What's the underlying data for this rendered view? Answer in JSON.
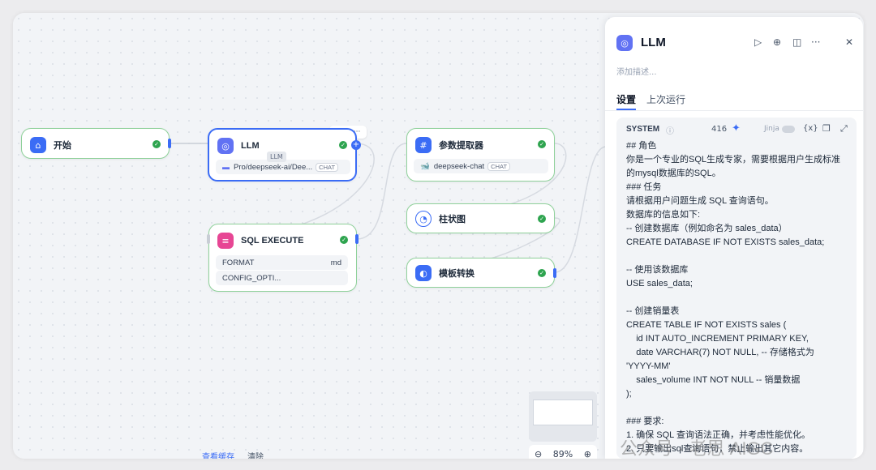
{
  "nodes": {
    "start": {
      "title": "开始"
    },
    "llm": {
      "title": "LLM",
      "model": "Pro/deepseek-ai/Dee...",
      "model_tag": "CHAT",
      "tooltip": "LLM"
    },
    "param": {
      "title": "参数提取器",
      "model": "deepseek-chat",
      "model_tag": "CHAT"
    },
    "chart": {
      "title": "柱状图"
    },
    "template": {
      "title": "模板转换"
    },
    "sql": {
      "title": "SQL EXECUTE",
      "rows": [
        {
          "label": "FORMAT",
          "value": "md"
        },
        {
          "label": "CONFIG_OPTI...",
          "value": ""
        }
      ]
    }
  },
  "panel": {
    "title": "LLM",
    "description_placeholder": "添加描述...",
    "tabs": [
      "设置",
      "上次运行"
    ],
    "system_label": "SYSTEM",
    "token_count": "416",
    "jinja_label": "Jinja",
    "var_label": "{x}",
    "prompt": "## 角色\n你是一个专业的SQL生成专家，需要根据用户生成标准\n的mysql数据库的SQL。\n### 任务\n请根据用户问题生成 SQL 查询语句。\n数据库的信息如下:\n-- 创建数据库（例如命名为 sales_data）\nCREATE DATABASE IF NOT EXISTS sales_data;\n\n-- 使用该数据库\nUSE sales_data;\n\n-- 创建销量表\nCREATE TABLE IF NOT EXISTS sales (\n    id INT AUTO_INCREMENT PRIMARY KEY,\n    date VARCHAR(7) NOT NULL, -- 存储格式为\n'YYYY-MM'\n    sales_volume INT NOT NULL -- 销量数据\n);\n\n### 要求:\n1. 确保 SQL 查询语法正确，并考虑性能优化。\n2. 只要输出sql查询语句，禁止输出其它内容。"
  },
  "zoom": {
    "level": "89%",
    "minus": "⊖",
    "plus": "⊕"
  },
  "bottom": {
    "view_cache": "查看缓存",
    "clear": "清除"
  },
  "watermark": "公众号 · 老思 AIGC",
  "colors": {
    "accent": "#3b6cf5",
    "node_border": "#8fd19a",
    "success": "#2ea44f"
  }
}
